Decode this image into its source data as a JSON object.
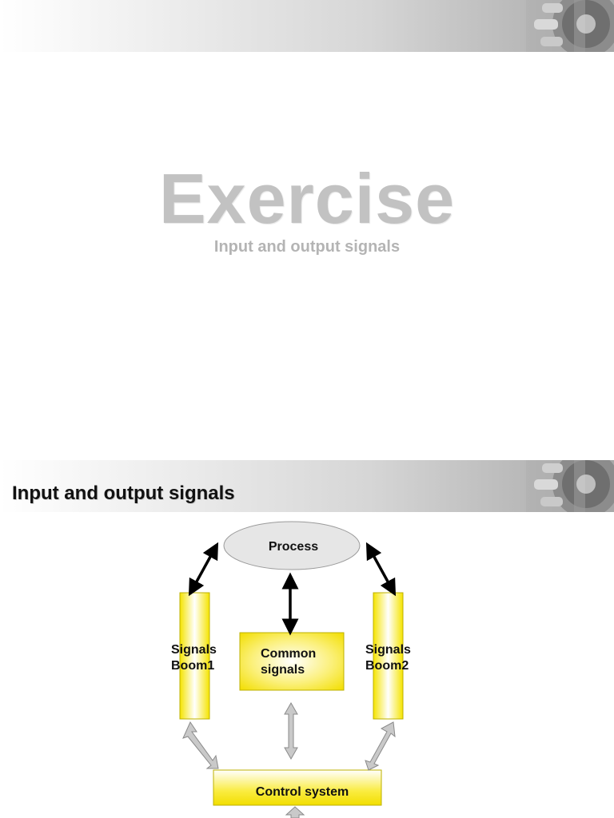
{
  "title_slide": {
    "title": "Exercise",
    "subtitle": "Input and output signals"
  },
  "content_slide": {
    "title": "Input and output signals"
  },
  "diagram": {
    "process": "Process",
    "boom1_line1": "Signals",
    "boom1_line2": "Boom1",
    "common_line1": "Common",
    "common_line2": "signals",
    "boom2_line1": "Signals",
    "boom2_line2": "Boom2",
    "control": "Control system"
  },
  "colors": {
    "accent_yellow": "#f5e400",
    "ellipse_fill": "#e6e6e6",
    "title_gray": "#c2c2c2"
  }
}
